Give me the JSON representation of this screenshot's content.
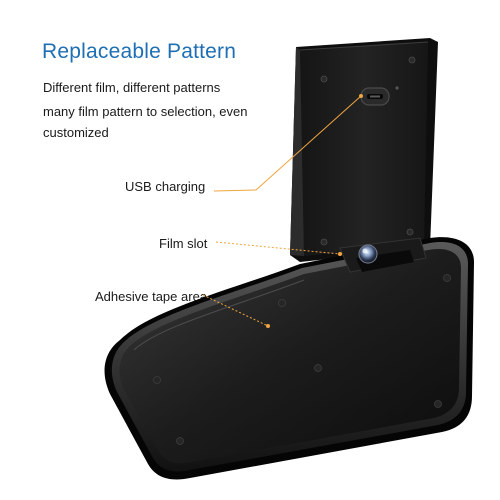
{
  "header": {
    "title": "Replaceable Pattern",
    "description_lines": [
      "Different film, different patterns",
      "many film pattern to selection, even",
      "customized"
    ]
  },
  "callouts": {
    "usb": "USB charging",
    "film": "Film slot",
    "tape": "Adhesive tape area"
  },
  "colors": {
    "title": "#1e6fb3",
    "leader": "#f0a640",
    "body": "#1b1b1b"
  }
}
